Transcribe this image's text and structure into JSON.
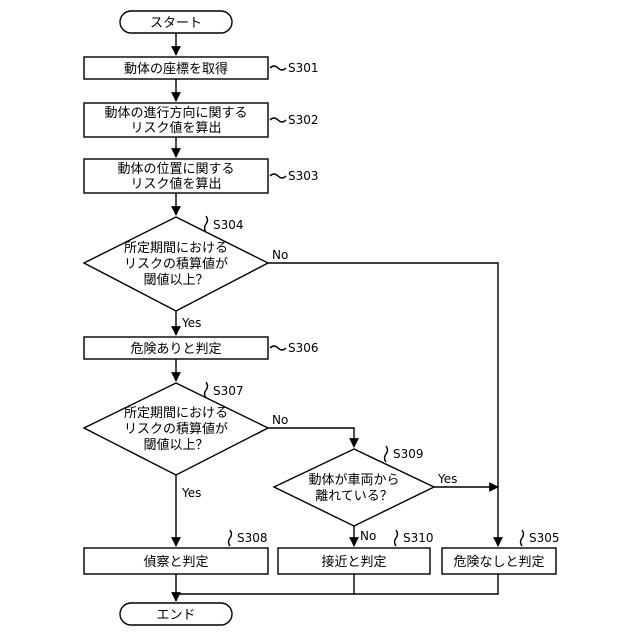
{
  "nodes": {
    "start": "スタート",
    "s301": [
      "動体の座標を取得"
    ],
    "s302": [
      "動体の進行方向に関する",
      "リスク値を算出"
    ],
    "s303": [
      "動体の位置に関する",
      "リスク値を算出"
    ],
    "s304": [
      "所定期間における",
      "リスクの積算値が",
      "閾値以上？"
    ],
    "s306": [
      "危険ありと判定"
    ],
    "s307": [
      "所定期間における",
      "リスクの積算値が",
      "閾値以上？"
    ],
    "s309": [
      "動体が車両から",
      "離れている？"
    ],
    "s308": [
      "偵察と判定"
    ],
    "s310": [
      "接近と判定"
    ],
    "s305": [
      "危険なしと判定"
    ],
    "end": "エンド"
  },
  "refs": {
    "s301": "S301",
    "s302": "S302",
    "s303": "S303",
    "s304": "S304",
    "s305": "S305",
    "s306": "S306",
    "s307": "S307",
    "s308": "S308",
    "s309": "S309",
    "s310": "S310"
  },
  "branches": {
    "s304_no": "No",
    "s304_yes": "Yes",
    "s307_no": "No",
    "s307_yes": "Yes",
    "s309_yes": "Yes",
    "s309_no": "No"
  }
}
